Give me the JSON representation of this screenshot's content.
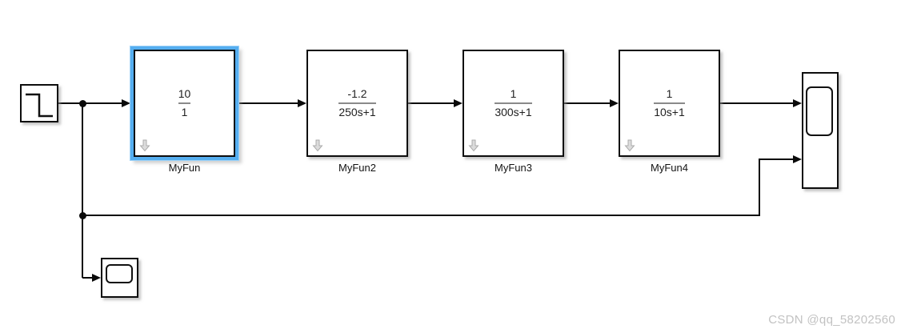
{
  "diagram_type": "simulink-block-diagram",
  "blocks": {
    "step": {
      "type": "step-source",
      "icon": "step-down-signal-icon"
    },
    "myfun": {
      "label": "MyFun",
      "num": "10",
      "den": "1",
      "selected": true
    },
    "myfun2": {
      "label": "MyFun2",
      "num": "-1.2",
      "den": "250s+1",
      "selected": false
    },
    "myfun3": {
      "label": "MyFun3",
      "num": "1",
      "den": "300s+1",
      "selected": false
    },
    "myfun4": {
      "label": "MyFun4",
      "num": "1",
      "den": "10s+1",
      "selected": false
    },
    "scope": {
      "type": "scope-sink",
      "inputs": 2,
      "icon": "scope-screen-icon"
    },
    "scope1": {
      "type": "scope-sink",
      "inputs": 1,
      "icon": "scope-screen-icon"
    }
  },
  "connections": [
    "step -> MyFun (branch at junction)",
    "MyFun -> MyFun2",
    "MyFun2 -> MyFun3",
    "MyFun3 -> MyFun4",
    "MyFun4 -> scope port 1",
    "step branch -> scope port 2 (long feedback line)",
    "step branch -> scope1"
  ],
  "colors": {
    "selection_blue": "#55aef0",
    "selection_halo": "#9ed2f7",
    "wire_black": "#0a0a0a",
    "fraction_bar_gray": "#8a8a8a",
    "badge_gray": "#dcdcdc",
    "watermark_gray": "#c2c2c2"
  },
  "watermark": "CSDN @qq_58202560"
}
